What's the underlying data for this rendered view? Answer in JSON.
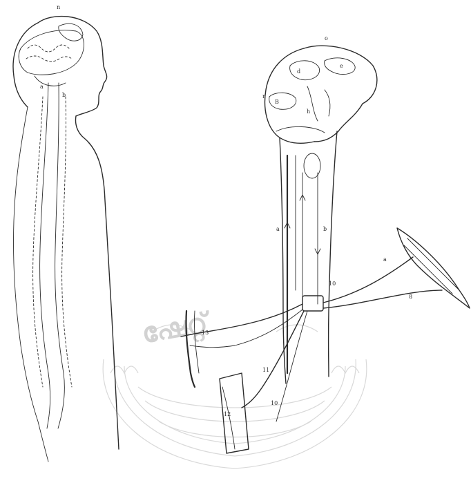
{
  "figure": {
    "colors": {
      "ink": "#2b2b2b",
      "paper": "#ffffff",
      "watermark": "#d9d9d9"
    },
    "watermark": {
      "kind": "seal-watermark",
      "text": "ഷേറ്റ്"
    },
    "labels": {
      "head_top": "n",
      "brain_top": "o",
      "brain_d": "d",
      "brain_e": "e",
      "brain_b": "B",
      "brain_h": "h",
      "brain_left": "r",
      "fiber_a": "a",
      "fiber_b": "b",
      "junction": "10",
      "ganglion_near": "11",
      "left_nerve": "13",
      "muscle_lower": "8",
      "vessel": "12",
      "lower_branch": "10",
      "muscle_mark": "a",
      "left_fiber_a": "a",
      "left_fiber_b": "b"
    }
  }
}
